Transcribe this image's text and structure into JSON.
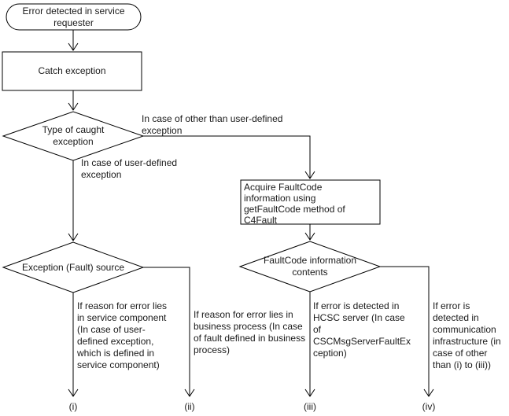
{
  "colors": {
    "line": "#000000",
    "text": "#1a1a1a",
    "background": "#ffffff"
  },
  "nodes": {
    "start": {
      "label": "Error detected in service\nrequester",
      "shape": "terminator"
    },
    "catch_exception": {
      "label": "Catch exception",
      "shape": "process"
    },
    "type_decision": {
      "label": "Type of caught\nexception",
      "shape": "decision"
    },
    "acquire_faultcode": {
      "label": "Acquire FaultCode\ninformation using\ngetFaultCode method of\nC4Fault",
      "shape": "process"
    },
    "fault_source_decision": {
      "label": "Exception (Fault) source",
      "shape": "decision"
    },
    "faultcode_decision": {
      "label": "FaultCode information\ncontents",
      "shape": "decision"
    }
  },
  "edge_labels": {
    "other_than_user_defined": "In case of other than user-defined\nexception",
    "user_defined": "In case of user-defined\nexception"
  },
  "branch_labels": {
    "service_component": "If reason for error lies\nin service component\n(In case of user-\ndefined exception,\nwhich is defined in\nservice component)",
    "business_process": "If reason for error lies in\nbusiness process (In case\nof fault defined in business\nprocess)",
    "hcsc_server": "If error is detected in\nHCSC server (In case\nof\nCSCMsgServerFaultEx\nception)",
    "communication_infrastructure": "If error is\ndetected in\ncommunication\ninfrastructure (in\ncase of other\nthan (i) to (iii))"
  },
  "outcomes": {
    "o1": "(i)",
    "o2": "(ii)",
    "o3": "(iii)",
    "o4": "(iv)"
  }
}
